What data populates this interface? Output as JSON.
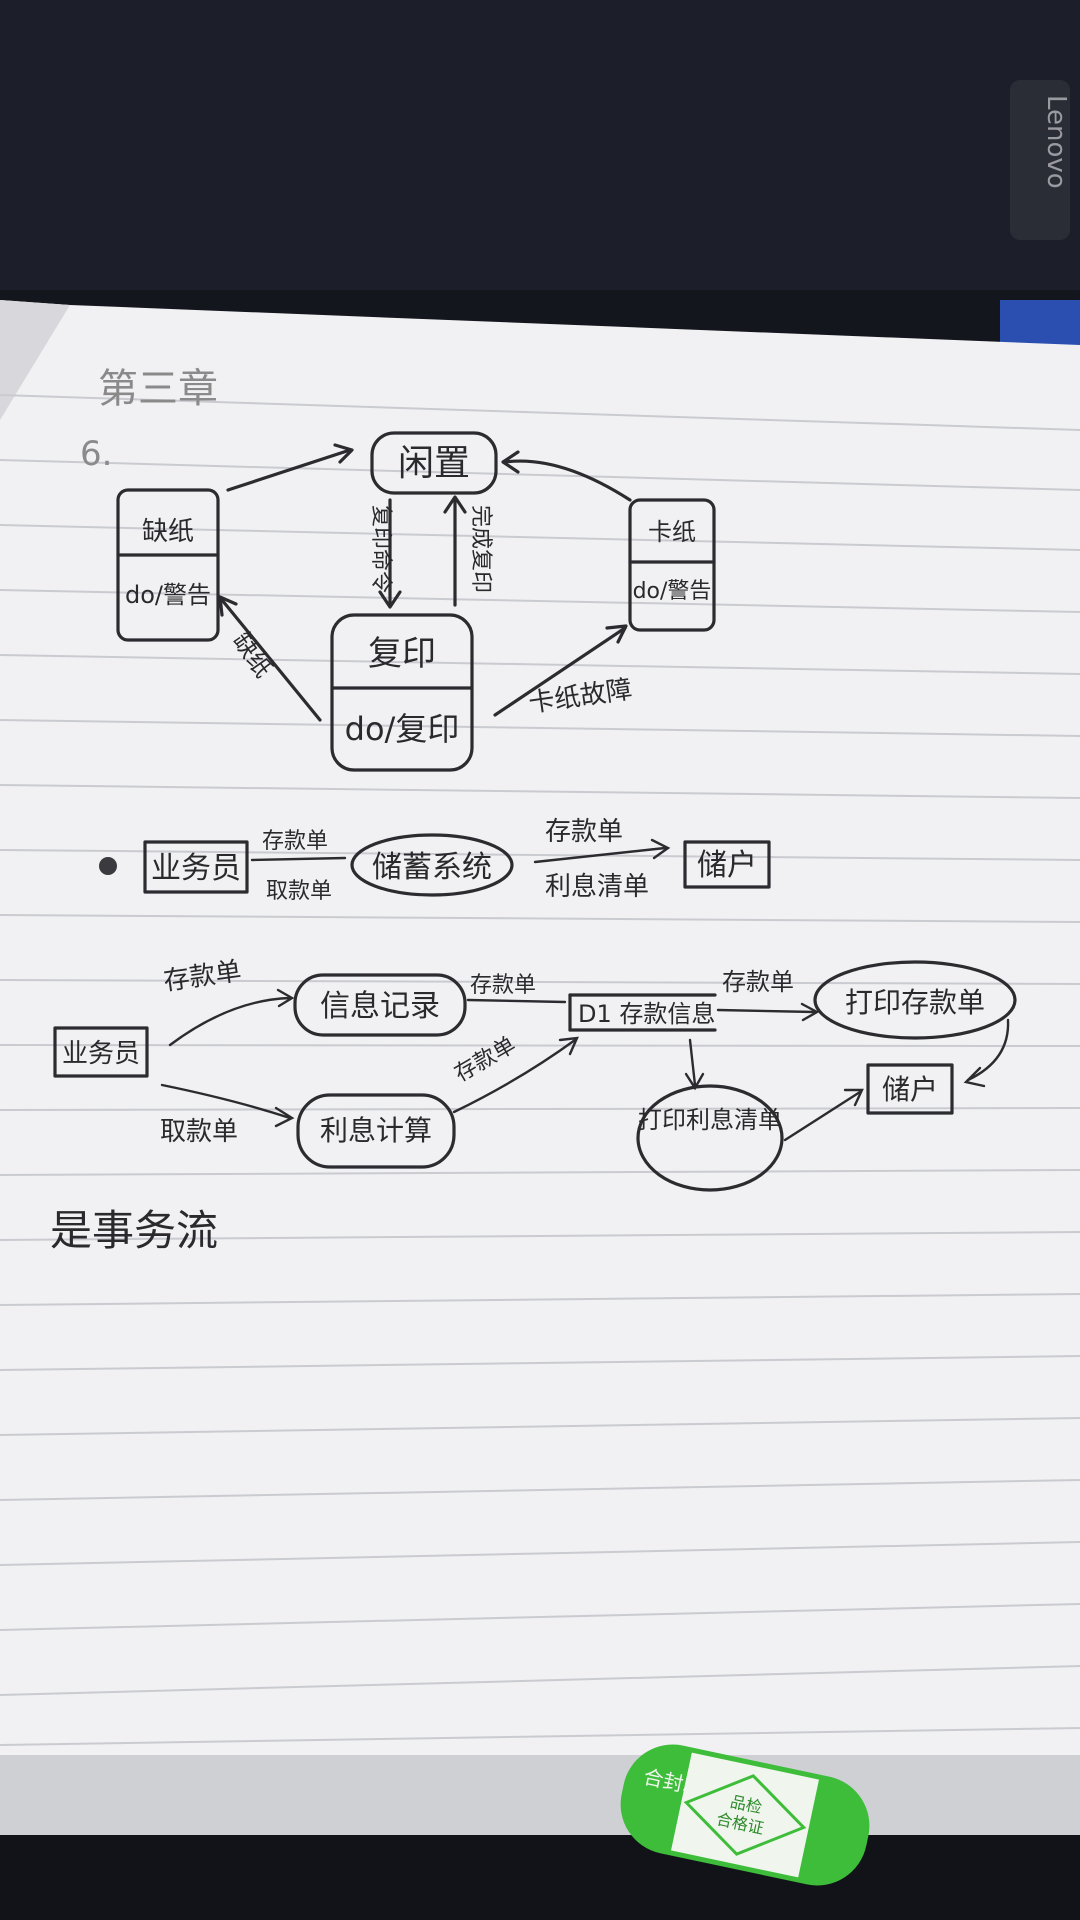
{
  "notebook_cover": {
    "brand": "Lenovo"
  },
  "page": {
    "chapter_heading": "第三章",
    "question_number": "6.",
    "footer_note": "是事务流"
  },
  "state_diagram": {
    "states": {
      "idle": "闲置",
      "out_of_paper": {
        "name": "缺纸",
        "action": "do/警告"
      },
      "paper_jam": {
        "name": "卡纸",
        "action": "do/警告"
      },
      "copying": {
        "name": "复印",
        "action": "do/复印"
      }
    },
    "transitions": {
      "copy_command": "复印命令",
      "copy_done": "完成复印",
      "out_of_paper": "缺纸",
      "jam_fault": "卡纸故障"
    }
  },
  "context_diagram": {
    "clerk": "业务员",
    "system": "储蓄系统",
    "depositor": "储户",
    "input_deposit": "存款单",
    "input_withdraw": "取款单",
    "output_deposit": "存款单",
    "output_interest": "利息清单"
  },
  "flow_diagram": {
    "clerk": "业务员",
    "record": "信息记录",
    "interest_calc": "利息计算",
    "store": "D1 存款信息",
    "print_deposit": "打印存款单",
    "print_interest": "打印利息清单",
    "depositor": "储户",
    "label_deposit_in": "存款单",
    "label_withdraw_in": "取款单",
    "label_record_store": "存款单",
    "label_calc_store": "存款单",
    "label_store_print": "存款单"
  },
  "sticker": {
    "line1": "合封印",
    "line2": "品检",
    "line3": "合格证"
  }
}
